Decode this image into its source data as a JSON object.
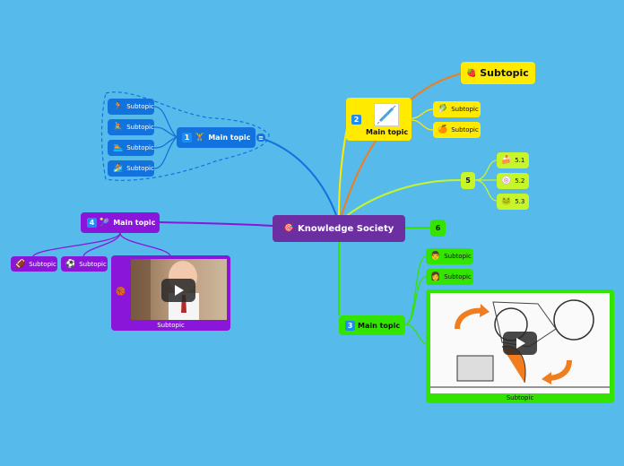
{
  "colors": {
    "background": "#56bbea",
    "central": "#6b2fa2",
    "blue": "#1273de",
    "purple": "#8a16d9",
    "yellow": "#ffea00",
    "green": "#33e400",
    "orange": "#f07d1f"
  },
  "central": {
    "icon": "🎯",
    "label": "Knowledge Society"
  },
  "branch1": {
    "number": "1",
    "icon": "🏋",
    "label": "Main topic",
    "note_icon": "note-icon",
    "subtopics": [
      {
        "icon": "🏃",
        "label": "Subtopic"
      },
      {
        "icon": "🚴",
        "label": "Subtopic"
      },
      {
        "icon": "🏊",
        "label": "Subtopic"
      },
      {
        "icon": "🏄",
        "label": "Subtopic"
      }
    ]
  },
  "branch2": {
    "number": "2",
    "image_icon": "syringe-icon",
    "label": "Main topic",
    "subtopics": [
      {
        "icon": "🍓",
        "label": "Subtopic"
      },
      {
        "icon": "🥬",
        "label": "Subtopic"
      },
      {
        "icon": "🍊",
        "label": "Subtopic"
      }
    ]
  },
  "branch3": {
    "number": "3",
    "label": "Main topic",
    "subtopics": [
      {
        "icon": "👨",
        "label": "Subtopic"
      },
      {
        "icon": "👩",
        "label": "Subtopic"
      }
    ],
    "video": {
      "caption": "Subtopic"
    }
  },
  "branch4": {
    "number": "4",
    "icon": "🎾",
    "label": "Main topic",
    "subtopics": [
      {
        "icon": "🏈",
        "label": "Subtopic"
      },
      {
        "icon": "⚽",
        "label": "Subtopic"
      }
    ],
    "video": {
      "icon": "🏀",
      "caption": "Subtopic"
    }
  },
  "branch5": {
    "label": "5",
    "subtopics": [
      {
        "icon": "🍰",
        "label": "5.1"
      },
      {
        "icon": "🍥",
        "label": "5.2"
      },
      {
        "icon": "🐸",
        "label": "5.3"
      }
    ]
  },
  "branch6": {
    "label": "6"
  }
}
